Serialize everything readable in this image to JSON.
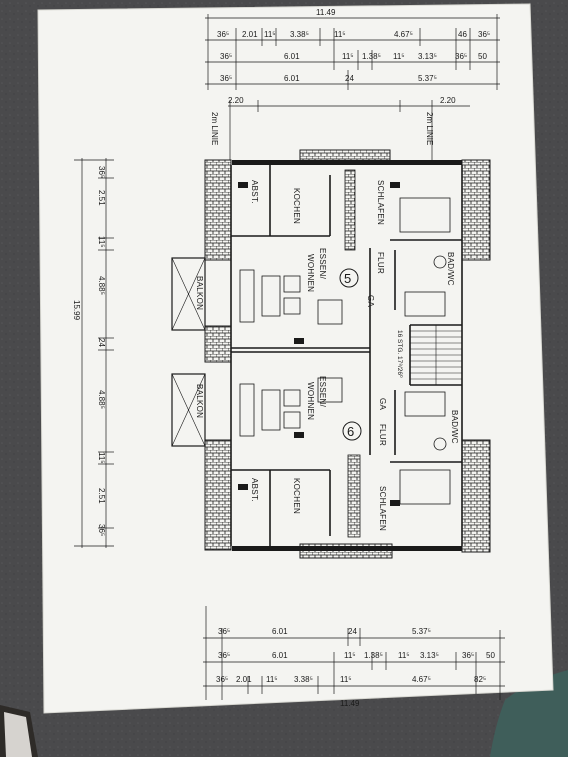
{
  "colors": {
    "background": "#4a4a4c",
    "paper": "#f4f4f1",
    "ink": "#1a1a1a"
  },
  "top_dims": {
    "total": "11.49",
    "row1": [
      "36⁵",
      "2.01",
      "11⁵",
      "3.38⁵",
      "11⁵",
      "4.67⁵",
      "46",
      "36⁵"
    ],
    "row2": [
      "36⁵",
      "6.01",
      "11⁵",
      "1.38⁵",
      "11⁵",
      "3.13⁵",
      "36⁵",
      "50"
    ],
    "row3": [
      "36⁵",
      "6.01",
      "24",
      "5.37⁵"
    ],
    "row4": [
      "2.20",
      "2.20"
    ]
  },
  "bottom_dims": {
    "row1": [
      "36⁵",
      "6.01",
      "24",
      "5.37⁵"
    ],
    "row2": [
      "36⁵",
      "6.01",
      "11⁵",
      "1.38⁵",
      "11⁵",
      "3.13⁵",
      "36⁵",
      "50"
    ],
    "row3": [
      "36⁵",
      "2.01",
      "11⁵",
      "3.38⁵",
      "11⁵",
      "4.67⁵",
      "82⁵"
    ],
    "total": "11.49"
  },
  "left_dims": {
    "total": "15.99",
    "parts": [
      "36⁵",
      "2.51",
      "11⁵",
      "4.88⁵",
      "24",
      "4.88⁵",
      "11⁵",
      "2.51",
      "36⁵"
    ]
  },
  "labels": {
    "linie_left": "2m LINIE",
    "linie_right": "2m LINIE",
    "stairs": "16 STG. 17⁸/26⁰"
  },
  "rooms_5": {
    "unit": "5",
    "abst": "ABST.",
    "kochen": "KOCHEN",
    "essen": "ESSEN/",
    "wohnen": "WOHNEN",
    "balkon": "BALKON",
    "schlafen": "SCHLAFEN",
    "flur": "FLUR",
    "ga": "GA",
    "bad": "BAD/WC"
  },
  "rooms_6": {
    "unit": "6",
    "abst": "ABST.",
    "kochen": "KOCHEN",
    "essen": "ESSEN/",
    "wohnen": "WOHNEN",
    "balkon": "BALKON",
    "schlafen": "SCHLAFEN",
    "flur": "FLUR",
    "ga": "GA",
    "bad": "BAD/WC"
  }
}
